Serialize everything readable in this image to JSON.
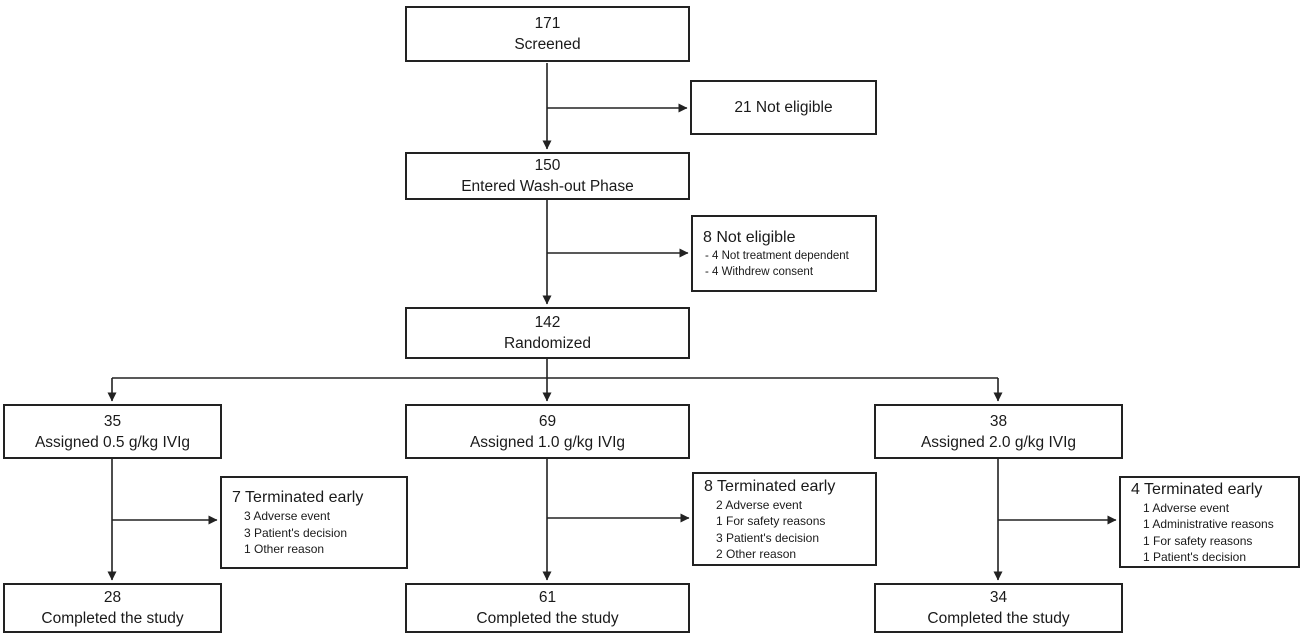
{
  "diagram": {
    "type": "consort-flowchart",
    "colors": {
      "line": "#222222",
      "box_border": "#222222",
      "text": "#1a1a1a",
      "background": "#ffffff"
    },
    "screened": {
      "count": "171",
      "label": "Screened"
    },
    "not_eligible_screening": {
      "label": "21 Not eligible"
    },
    "washout": {
      "count": "150",
      "label": "Entered Wash-out Phase"
    },
    "not_eligible_washout": {
      "title": "8 Not eligible",
      "reasons": [
        "-  4 Not treatment dependent",
        "-  4 Withdrew consent"
      ]
    },
    "randomized": {
      "count": "142",
      "label": "Randomized"
    },
    "arms": [
      {
        "assigned": {
          "count": "35",
          "label": "Assigned 0.5 g/kg IVIg"
        },
        "terminated": {
          "title": "7 Terminated early",
          "reasons": [
            "3 Adverse event",
            "3 Patient's decision",
            "1 Other reason"
          ]
        },
        "completed": {
          "count": "28",
          "label": "Completed the study"
        }
      },
      {
        "assigned": {
          "count": "69",
          "label": "Assigned 1.0 g/kg IVIg"
        },
        "terminated": {
          "title": "8 Terminated early",
          "reasons": [
            "2 Adverse event",
            "1 For safety reasons",
            "3 Patient's decision",
            "2 Other reason"
          ]
        },
        "completed": {
          "count": "61",
          "label": "Completed the study"
        }
      },
      {
        "assigned": {
          "count": "38",
          "label": "Assigned 2.0 g/kg IVIg"
        },
        "terminated": {
          "title": "4 Terminated early",
          "reasons": [
            "1 Adverse event",
            "1 Administrative reasons",
            "1 For safety reasons",
            "1 Patient's decision"
          ]
        },
        "completed": {
          "count": "34",
          "label": "Completed the study"
        }
      }
    ]
  }
}
